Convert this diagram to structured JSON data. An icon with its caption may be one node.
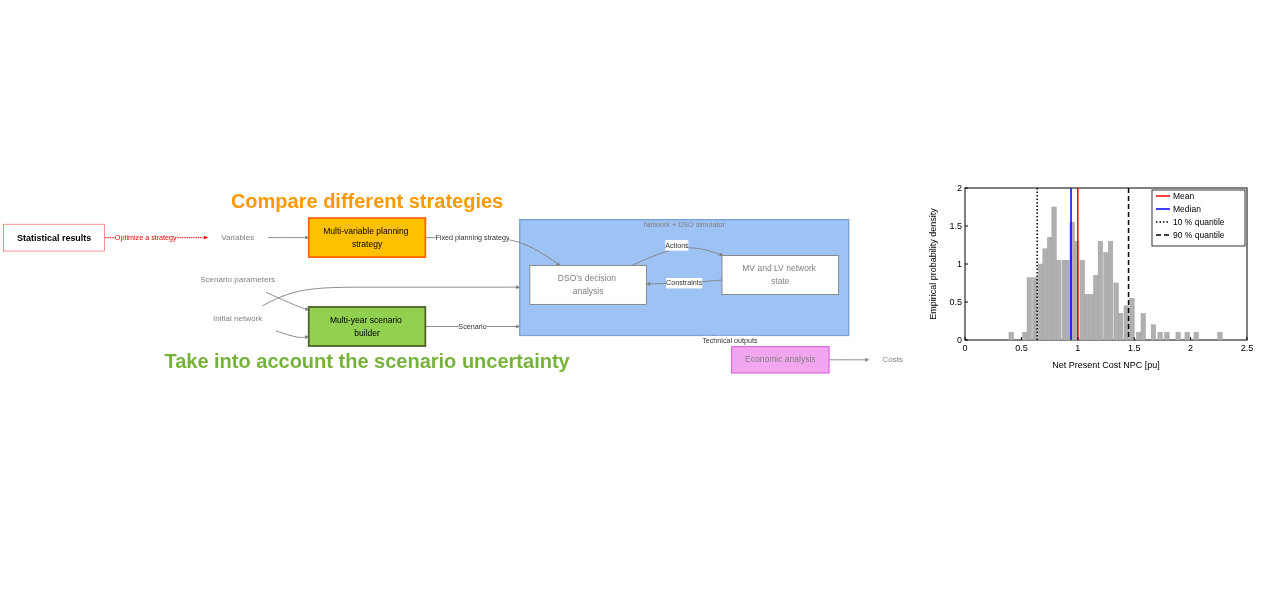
{
  "diagram": {
    "nodes": [
      {
        "text": [
          "Variables"
        ]
      },
      {
        "text": [
          "Multi-variable planning strategy"
        ],
        "beside": [
          "Compare different strategies"
        ]
      },
      {
        "text": [
          "Scenario parameters"
        ]
      },
      {
        "text": [
          "Initial network"
        ]
      },
      {
        "text": [
          "Multi-year scenario builder"
        ],
        "beside": [
          "Take into account the scenario uncertainty"
        ]
      },
      {
        "text": [
          "Network + DSO simulator"
        ]
      },
      {
        "text": [
          "DSO’s decision analysis"
        ],
        "in": 5
      },
      {
        "text": [
          "MV and LV network state"
        ],
        "in": 5
      },
      {
        "text": [
          "Economic analysis"
        ]
      },
      {
        "text": [
          "Costs"
        ]
      },
      {
        "text": [
          "Statistical results"
        ]
      }
    ],
    "edges": [
      {
        "from": 0,
        "to": 1,
        "arrow": "to"
      },
      {
        "from": 1,
        "to": 6,
        "arrow": "to",
        "label": "Fixed planning strategy"
      },
      {
        "from": 2,
        "to": 4,
        "arrow": "to"
      },
      {
        "from": 3,
        "to": 4,
        "arrow": "to"
      },
      {
        "from": 3,
        "to": 5,
        "arrow": "to"
      },
      {
        "from": 4,
        "to": 5,
        "arrow": "to",
        "label": "Scenario"
      },
      {
        "from": 6,
        "to": 7,
        "arrow": "to",
        "label": "Actions"
      },
      {
        "from": 7,
        "to": 6,
        "arrow": "to",
        "label": "Constraints"
      },
      {
        "from": 5,
        "to": 8,
        "arrow": "to",
        "label": "Technical outputs"
      },
      {
        "from": 8,
        "to": 9,
        "arrow": "to"
      },
      {
        "from": 10,
        "to": 0,
        "arrow": "to",
        "style": "dashed",
        "color": "#ff0000",
        "label": "Optimize a strategy"
      }
    ],
    "chart_data": {
      "type": "bar",
      "xlabel": "Net Present Cost NPC [pu]",
      "ylabel": "Empirical probability density",
      "x": [
        0.41,
        0.53,
        0.57,
        0.62,
        0.67,
        0.71,
        0.75,
        0.79,
        0.83,
        0.88,
        0.91,
        0.95,
        0.99,
        1.04,
        1.08,
        1.12,
        1.16,
        1.2,
        1.25,
        1.29,
        1.34,
        1.38,
        1.43,
        1.48,
        1.54,
        1.58,
        1.67,
        1.73,
        1.79,
        1.89,
        1.97,
        2.05,
        2.26
      ],
      "values": [
        0.1,
        0.1,
        0.82,
        0.82,
        1.0,
        1.2,
        1.35,
        1.75,
        1.05,
        1.05,
        1.05,
        1.55,
        1.3,
        1.05,
        0.6,
        0.6,
        0.85,
        1.3,
        1.15,
        1.3,
        0.75,
        0.35,
        0.45,
        0.55,
        0.1,
        0.35,
        0.2,
        0.1,
        0.1,
        0.1,
        0.1,
        0.1,
        0.1
      ],
      "xlim": [
        0,
        2.5
      ],
      "ylim": [
        0,
        2
      ],
      "xticks": [
        0,
        0.5,
        1,
        1.5,
        2,
        2.5
      ],
      "yticks": [
        0,
        0.5,
        1,
        1.5,
        2
      ],
      "ref_lines": [
        {
          "axis": "x",
          "value": 1.0,
          "color": "#ff0000"
        },
        {
          "axis": "x",
          "value": 0.94,
          "color": "#0000ff"
        },
        {
          "axis": "x",
          "value": 0.64,
          "color": "#000000"
        },
        {
          "axis": "x",
          "value": 1.45,
          "color": "#000000"
        }
      ]
    },
    "legend": [
      {
        "text": "Mean"
      },
      {
        "text": "Median"
      },
      {
        "text": "10 % quantile"
      },
      {
        "text": "90 % quantile"
      }
    ]
  }
}
